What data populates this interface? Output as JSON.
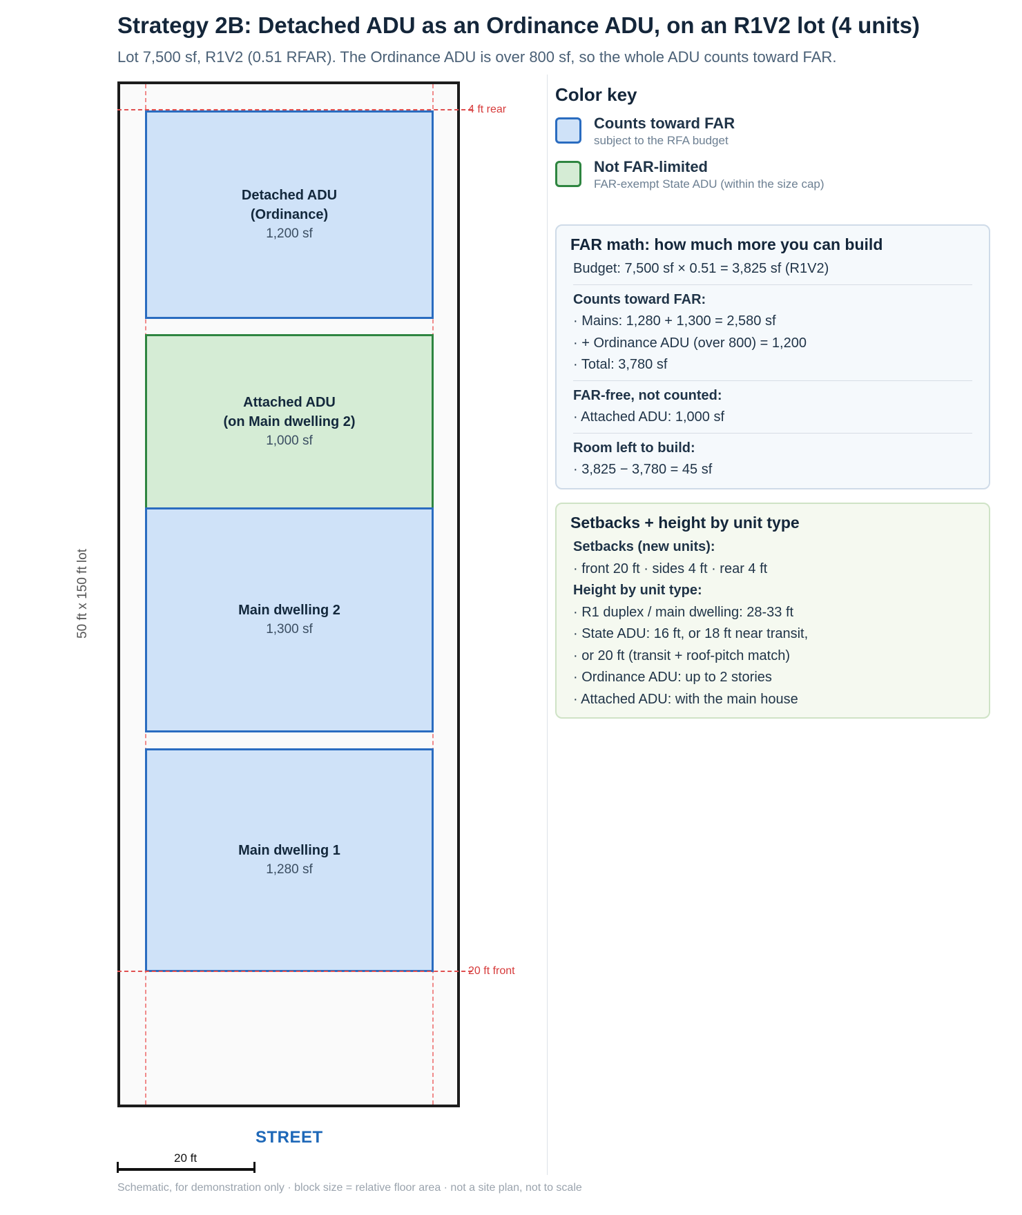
{
  "header": {
    "title": "Strategy 2B: Detached ADU as an Ordinance ADU, on an R1V2 lot (4 units)",
    "subtitle": "Lot 7,500 sf, R1V2 (0.51 RFAR). The Ordinance ADU is over 800 sf, so the whole ADU counts toward FAR."
  },
  "site": {
    "lot_dimensions": "50 ft x 150 ft lot",
    "rear_setback_label": "4 ft rear",
    "front_setback_label": "20 ft front",
    "street_label": "STREET",
    "scale_label": "20 ft",
    "footnote": "Schematic, for demonstration only · block size = relative floor area · not a site plan, not to scale",
    "units": [
      {
        "name": "Detached ADU\n(Ordinance)",
        "area": "1,200 sf",
        "category": "counts",
        "area_sf": 1200
      },
      {
        "name": "Attached ADU\n(on Main dwelling 2)",
        "area": "1,000 sf",
        "category": "exempt",
        "area_sf": 1000
      },
      {
        "name": "Main dwelling 2",
        "area": "1,300 sf",
        "category": "counts",
        "area_sf": 1300
      },
      {
        "name": "Main dwelling 1",
        "area": "1,280 sf",
        "category": "counts",
        "area_sf": 1280
      }
    ]
  },
  "color_key": {
    "title": "Color key",
    "items": [
      {
        "label": "Counts toward FAR",
        "sub": "subject to the RFA budget",
        "color": "#cfe2f8",
        "border": "#2a6cc0"
      },
      {
        "label": "Not FAR-limited",
        "sub": "FAR-exempt State ADU (within the size cap)",
        "color": "#d5ecd5",
        "border": "#2e8540"
      }
    ]
  },
  "far_math": {
    "title": "FAR math: how much more you can build",
    "budget": "Budget: 7,500 sf × 0.51 = 3,825 sf (R1V2)",
    "counts_heading": "Counts toward FAR:",
    "counts_lines": [
      "· Mains: 1,280 + 1,300 = 2,580 sf",
      "· + Ordinance ADU (over 800) = 1,200",
      "· Total: 3,780 sf"
    ],
    "free_heading": "FAR-free, not counted:",
    "free_lines": [
      "· Attached ADU: 1,000 sf"
    ],
    "room_heading": "Room left to build:",
    "room_lines": [
      "· 3,825 − 3,780 = 45 sf"
    ]
  },
  "setbacks": {
    "title": "Setbacks + height by unit type",
    "setbacks_heading": "Setbacks (new units):",
    "setbacks_lines": [
      "· front 20 ft · sides 4 ft · rear 4 ft"
    ],
    "height_heading": "Height by unit type:",
    "height_lines": [
      "· R1 duplex / main dwelling: 28-33 ft",
      "· State ADU: 16 ft, or 18 ft near transit,",
      "· or 20 ft (transit + roof-pitch match)",
      "· Ordinance ADU: up to 2 stories",
      "· Attached ADU: with the main house"
    ]
  }
}
